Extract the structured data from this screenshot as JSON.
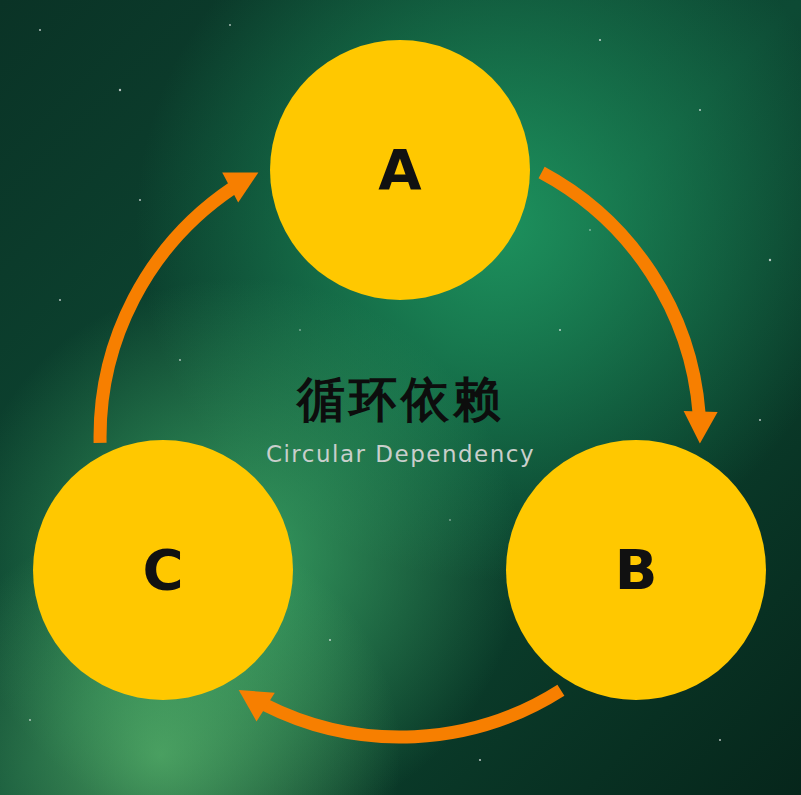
{
  "diagram": {
    "title": "循环依赖",
    "caption": "Circular Dependency",
    "nodes": [
      {
        "text": [
          "A"
        ]
      },
      {
        "text": [
          "B"
        ]
      },
      {
        "text": [
          "C"
        ]
      }
    ],
    "edges": [
      {
        "from": 0,
        "to": 1,
        "arrow": "to"
      },
      {
        "from": 1,
        "to": 2,
        "arrow": "to"
      },
      {
        "from": 2,
        "to": 0,
        "arrow": "to"
      }
    ]
  }
}
